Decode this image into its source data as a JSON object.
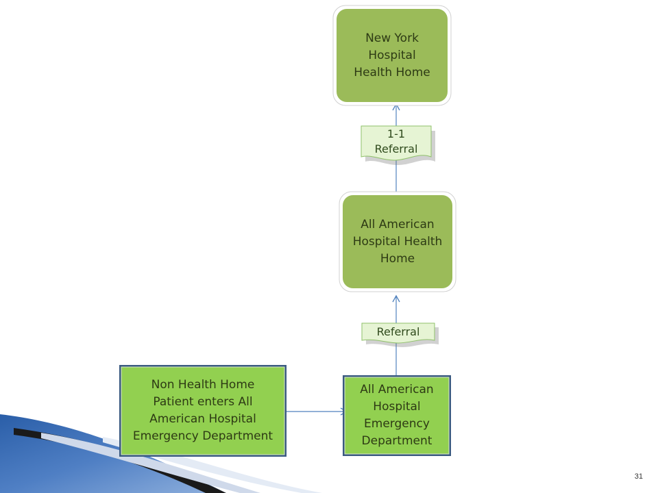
{
  "nodes": {
    "ny_health_home": "New York\nHospital\nHealth Home",
    "aa_health_home": "All American\nHospital Health\nHome",
    "aa_emergency": "All American\nHospital\nEmergency\nDepartment",
    "patient_entry": "Non Health Home\nPatient enters All\nAmerican Hospital\nEmergency Department"
  },
  "referrals": {
    "top": "1-1\nReferral",
    "bottom": "Referral"
  },
  "page_number": "31",
  "colors": {
    "rounded_fill": "#9bbb59",
    "rect_fill": "#92d050",
    "rect_border": "#3a5a80",
    "referral_fill": "#e6f4d4",
    "referral_border": "#8fc06a",
    "arrow": "#4f81bd"
  }
}
